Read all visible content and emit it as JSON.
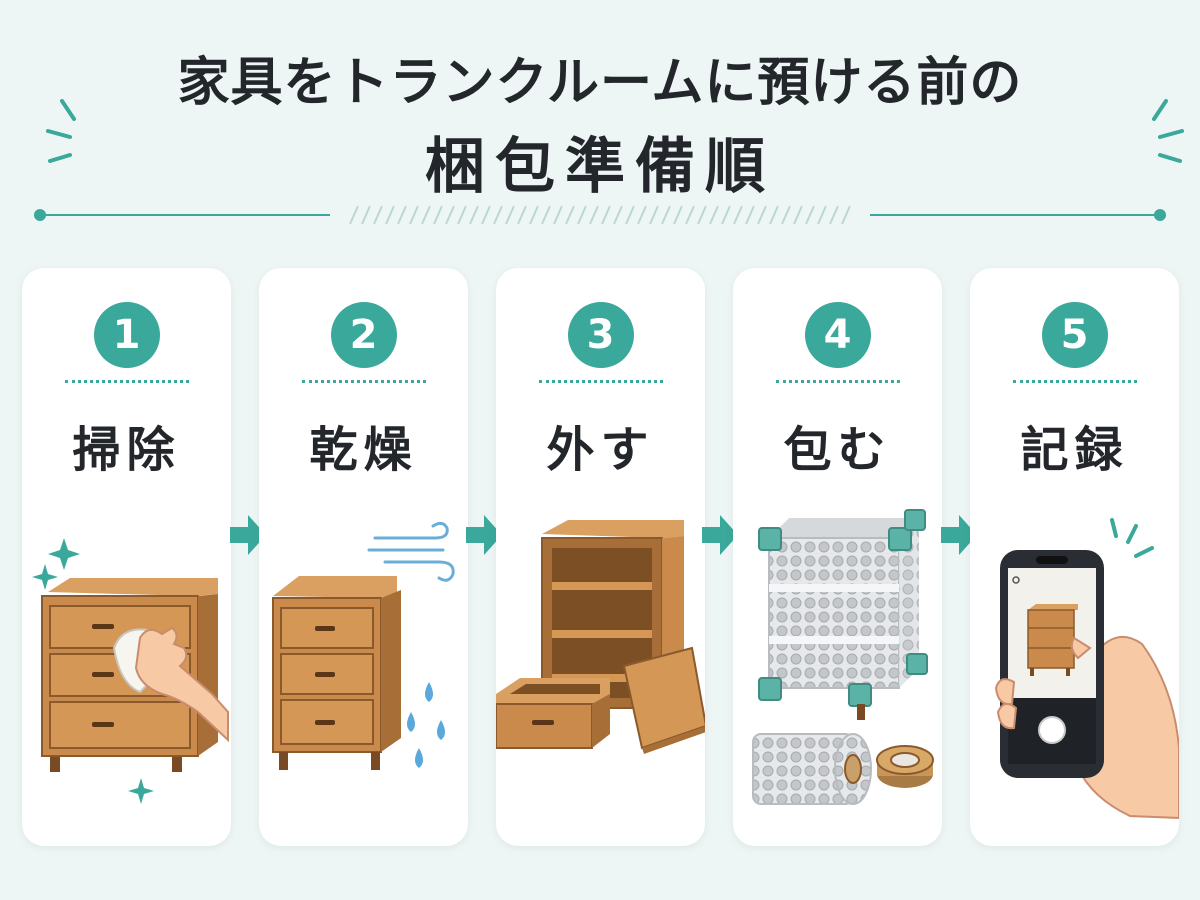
{
  "title": {
    "line1": "家具をトランクルームに預ける前の",
    "line2": "梱包準備順"
  },
  "steps": [
    {
      "number": "1",
      "label": "掃除",
      "icon": "dresser-wiping-icon"
    },
    {
      "number": "2",
      "label": "乾燥",
      "icon": "dresser-drying-icon"
    },
    {
      "number": "3",
      "label": "外す",
      "icon": "shelf-disassembled-icon"
    },
    {
      "number": "4",
      "label": "包む",
      "icon": "bubble-wrap-icon"
    },
    {
      "number": "5",
      "label": "記録",
      "icon": "smartphone-photo-icon"
    }
  ],
  "colors": {
    "accent": "#3aa89a",
    "background": "#eef6f5",
    "card": "#ffffff",
    "text": "#23262b",
    "wood": "#c98a4b"
  }
}
